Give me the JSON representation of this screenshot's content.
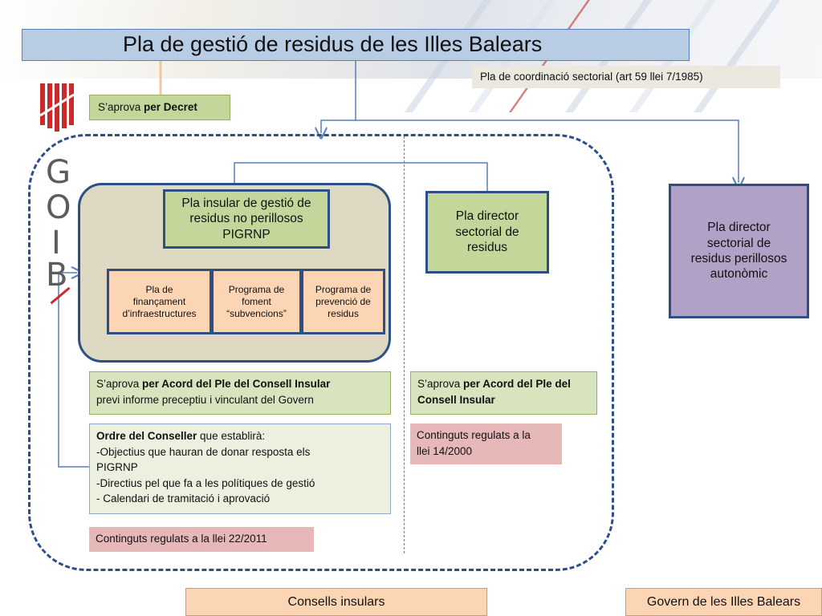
{
  "title": "Pla de gestió de residus de les Illes Balears",
  "coordination_note": "Pla de coordinació sectorial (art 59 llei 7/1985)",
  "decree_note": {
    "prefix": "S’aprova ",
    "bold": "per Decret"
  },
  "logo": {
    "letters": [
      "G",
      "O",
      "I",
      "B"
    ],
    "bar_color": "#cc2a2a"
  },
  "insular_plan": {
    "line1": "Pla insular de gestió de",
    "line2": "residus no perillosos",
    "line3": "PIGRNP"
  },
  "sub_programs": [
    {
      "lines": [
        "Pla de",
        "finançament",
        "d’infraestructures"
      ]
    },
    {
      "lines": [
        "Programa de",
        "foment",
        "“subvencions”"
      ]
    },
    {
      "lines": [
        "Programa de",
        "prevenció de",
        "residus"
      ]
    }
  ],
  "sector_plan": {
    "lines": [
      "Pla director",
      "sectorial de",
      "residus"
    ]
  },
  "hazardous_plan": {
    "lines": [
      "Pla director",
      "sectorial de",
      "residus perillosos",
      "autonòmic"
    ]
  },
  "approval_insular": {
    "prefix": "S’aprova ",
    "bold": "per Acord del Ple del Consell Insular",
    "line2": "previ informe preceptiu i vinculant del Govern"
  },
  "approval_sector": {
    "prefix": "S’aprova ",
    "bold1": "per Acord del Ple del",
    "bold2": "Consell Insular"
  },
  "order": {
    "bold": "Ordre del Conseller",
    "rest": " que establirà:",
    "items": [
      "-Objectius que hauran de donar resposta els",
      "PIGRNP",
      "-Directius pel que fa a les polítiques de gestió",
      "- Calendari de tramitació i aprovació"
    ]
  },
  "contents_sector": {
    "line1": "Continguts regulats a la",
    "line2": "llei 14/2000"
  },
  "contents_insular": "Continguts regulats a la llei 22/2011",
  "footer": {
    "left": "Consells insulars",
    "right": "Govern de les Illes Balears"
  },
  "colors": {
    "title_fill": "#b8cce4",
    "green": "#c4d79b",
    "light_green": "#d7e4bd",
    "orange": "#fcd5b4",
    "purple": "#b2a1c7",
    "pink": "#e6b9b8",
    "tan": "#ddd9c3",
    "navy": "#2d4f86",
    "connector": "#5a7fb8"
  }
}
